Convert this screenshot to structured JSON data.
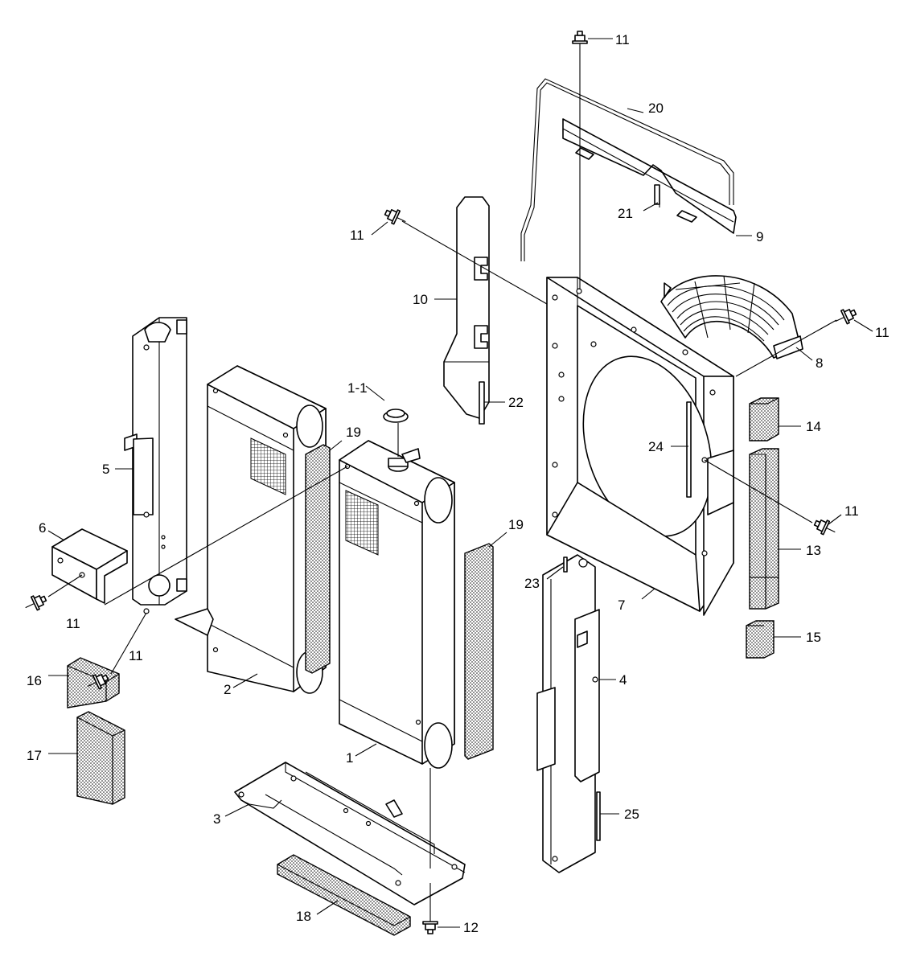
{
  "callouts": [
    {
      "id": "c1",
      "text": "1"
    },
    {
      "id": "c1-1",
      "text": "1-1"
    },
    {
      "id": "c2",
      "text": "2"
    },
    {
      "id": "c3",
      "text": "3"
    },
    {
      "id": "c4",
      "text": "4"
    },
    {
      "id": "c5",
      "text": "5"
    },
    {
      "id": "c6",
      "text": "6"
    },
    {
      "id": "c7",
      "text": "7"
    },
    {
      "id": "c8",
      "text": "8"
    },
    {
      "id": "c9",
      "text": "9"
    },
    {
      "id": "c10",
      "text": "10"
    },
    {
      "id": "c11a",
      "text": "11"
    },
    {
      "id": "c11b",
      "text": "11"
    },
    {
      "id": "c11c",
      "text": "11"
    },
    {
      "id": "c11d",
      "text": "11"
    },
    {
      "id": "c11e",
      "text": "11"
    },
    {
      "id": "c11f",
      "text": "11"
    },
    {
      "id": "c12",
      "text": "12"
    },
    {
      "id": "c13",
      "text": "13"
    },
    {
      "id": "c14",
      "text": "14"
    },
    {
      "id": "c15",
      "text": "15"
    },
    {
      "id": "c16",
      "text": "16"
    },
    {
      "id": "c17",
      "text": "17"
    },
    {
      "id": "c18",
      "text": "18"
    },
    {
      "id": "c19a",
      "text": "19"
    },
    {
      "id": "c19b",
      "text": "19"
    },
    {
      "id": "c20",
      "text": "20"
    },
    {
      "id": "c21",
      "text": "21"
    },
    {
      "id": "c22",
      "text": "22"
    },
    {
      "id": "c23",
      "text": "23"
    },
    {
      "id": "c24",
      "text": "24"
    },
    {
      "id": "c25",
      "text": "25"
    }
  ]
}
